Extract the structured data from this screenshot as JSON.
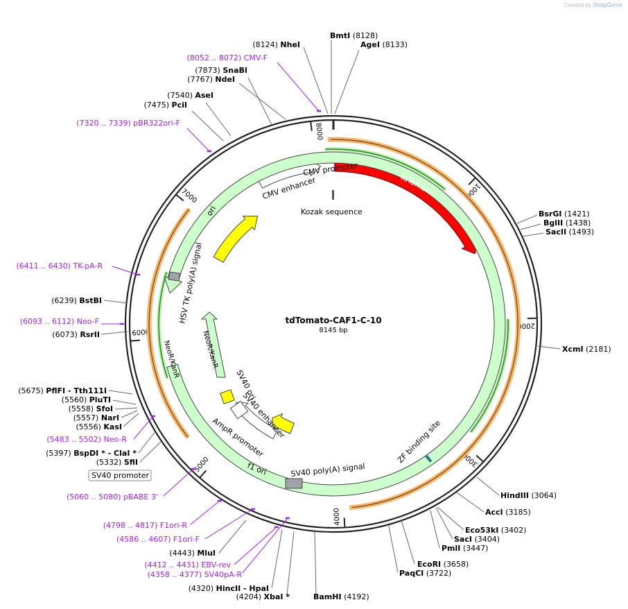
{
  "credit": {
    "prefix": "Created by",
    "brand": "SnapGene"
  },
  "plasmid": {
    "name": "tdTomato-CAF1-C-10",
    "size_label": "8145 bp",
    "length": 8145
  },
  "ticks": [
    {
      "pos": 1000,
      "label": "1000"
    },
    {
      "pos": 2000,
      "label": "2000"
    },
    {
      "pos": 3000,
      "label": "3000"
    },
    {
      "pos": 4000,
      "label": "4000"
    },
    {
      "pos": 5000,
      "label": "5000"
    },
    {
      "pos": 6000,
      "label": "6000"
    },
    {
      "pos": 7000,
      "label": "7000"
    },
    {
      "pos": 8000,
      "label": "8000"
    }
  ],
  "colors": {
    "backbone": "#222222",
    "tdTomato": "#ff0000",
    "ori": "#ffff00",
    "neo": "#ccffcc",
    "f1ori": "#ffff00",
    "feature_outline": "#444444",
    "orange_track": "#f6b66a",
    "green_track": "#2e9a2e",
    "primer": "#a020f0",
    "enzyme_text": "#000000",
    "tick_line": "#666666"
  },
  "enzymes_left": [
    {
      "pos": "(7540)",
      "name": "AseI"
    },
    {
      "pos": "(7475)",
      "name": "PciI"
    },
    {
      "pos": "(6239)",
      "name": "BstBI"
    },
    {
      "pos": "(6073)",
      "name": "RsrII"
    },
    {
      "pos": "(5675)",
      "name": "PflFI - Tth111I"
    },
    {
      "pos": "(5560)",
      "name": "PluTI"
    },
    {
      "pos": "(5558)",
      "name": "SfoI"
    },
    {
      "pos": "(5557)",
      "name": "NarI"
    },
    {
      "pos": "(5556)",
      "name": "KasI"
    },
    {
      "pos": "(5397)",
      "name": "BspDI * - ClaI *"
    },
    {
      "pos": "(5332)",
      "name": "SfiI"
    },
    {
      "pos": "(4443)",
      "name": "MluI"
    },
    {
      "pos": "(4320)",
      "name": "HincII - HpaI"
    },
    {
      "pos": "(4204)",
      "name": "XbaI *"
    },
    {
      "pos": "(7873)",
      "name": "SnaBI"
    },
    {
      "pos": "(7767)",
      "name": "NdeI"
    },
    {
      "pos": "(8124)",
      "name": "NheI"
    }
  ],
  "enzymes_right": [
    {
      "name": "BmtI",
      "pos": "(8128)"
    },
    {
      "name": "AgeI",
      "pos": "(8133)"
    },
    {
      "name": "BsrGI",
      "pos": "(1421)"
    },
    {
      "name": "BglII",
      "pos": "(1438)"
    },
    {
      "name": "SacII",
      "pos": "(1493)"
    },
    {
      "name": "XcmI",
      "pos": "(2181)"
    },
    {
      "name": "HindIII",
      "pos": "(3064)"
    },
    {
      "name": "AccI",
      "pos": "(3185)"
    },
    {
      "name": "Eco53kI",
      "pos": "(3402)"
    },
    {
      "name": "SacI",
      "pos": "(3404)"
    },
    {
      "name": "PmlI",
      "pos": "(3447)"
    },
    {
      "name": "EcoRI",
      "pos": "(3658)"
    },
    {
      "name": "PaqCI",
      "pos": "(3722)"
    },
    {
      "name": "BamHI",
      "pos": "(4192)"
    }
  ],
  "primers": [
    {
      "range": "(8052 .. 8072)",
      "name": "CMV-F"
    },
    {
      "range": "(7320 .. 7339)",
      "name": "pBR322ori-F"
    },
    {
      "range": "(6411 .. 6430)",
      "name": "TK-pA-R"
    },
    {
      "range": "(6093 .. 6112)",
      "name": "Neo-F"
    },
    {
      "range": "(5483 .. 5502)",
      "name": "Neo-R"
    },
    {
      "range": "(5060 .. 5080)",
      "name": "pBABE 3'"
    },
    {
      "range": "(4798 .. 4817)",
      "name": "F1ori-R"
    },
    {
      "range": "(4586 .. 4607)",
      "name": "F1ori-F"
    },
    {
      "range": "(4412 .. 4431)",
      "name": "EBV-rev"
    },
    {
      "range": "(4358 .. 4377)",
      "name": "SV40pA-R"
    }
  ],
  "feature_labels": {
    "cmv_promoter": "CMV promoter",
    "cmv_enhancer": "CMV enhancer",
    "kozak": "Kozak sequence",
    "tdTomato": "tdTomato",
    "ori": "ori",
    "hsv_tk": "HSV TK poly(A) signal",
    "neo_outer": "NeoR/KanR",
    "neo_inner": "NeoR/KanR",
    "sv40_ori": "SV40 ori",
    "sv40_enhancer": "SV40 enhancer",
    "ampr_promoter": "AmpR promoter",
    "f1ori": "f1 ori",
    "sv40_polyA": "SV40 poly(A) signal",
    "zf_site": "ZF binding site",
    "sv40_promoter": "SV40 promoter"
  }
}
